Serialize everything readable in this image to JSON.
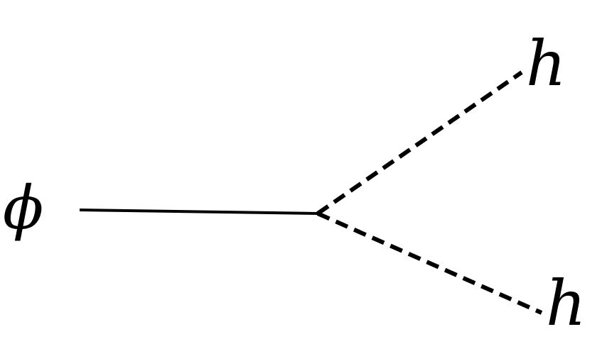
{
  "diagram": {
    "type": "feynman-vertex",
    "incoming": {
      "label": "ϕ",
      "line_style": "solid"
    },
    "outgoing": [
      {
        "label": "h",
        "line_style": "dashed"
      },
      {
        "label": "h",
        "line_style": "dashed"
      }
    ],
    "colors": {
      "line": "#000000",
      "background": "#ffffff"
    }
  }
}
